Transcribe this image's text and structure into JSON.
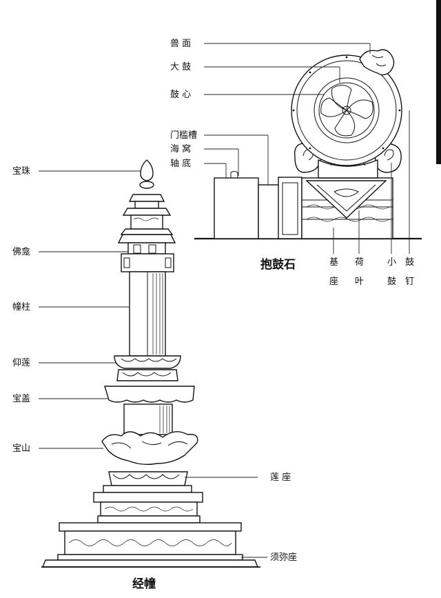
{
  "figure_left": {
    "caption": "经幢",
    "labels": {
      "baozhu": "宝珠",
      "fokan": "佛龛",
      "chuangzhu": "幢柱",
      "yanglian": "仰莲",
      "baogai": "宝盖",
      "baoshan": "宝山",
      "lianzuo": "莲 座",
      "xumizuo": "须弥座"
    }
  },
  "figure_right": {
    "caption": "抱鼓石",
    "labels": {
      "shanmian": "兽 面",
      "dagu": "大 鼓",
      "guxin": "鼓 心",
      "menkancao": "门槛槽",
      "haiwo": "海 窝",
      "zhoudi": "轴 底",
      "jizuo": "基\n座",
      "heye": "荷\n叶",
      "xiaogu": "小\n鼓",
      "guding": "鼓\n钉"
    },
    "bottom_labels": [
      {
        "top": "基",
        "bottom": "座"
      },
      {
        "top": "荷",
        "bottom": "叶"
      },
      {
        "top": "小",
        "bottom": "鼓"
      },
      {
        "top": "鼓",
        "bottom": "钉"
      }
    ]
  }
}
